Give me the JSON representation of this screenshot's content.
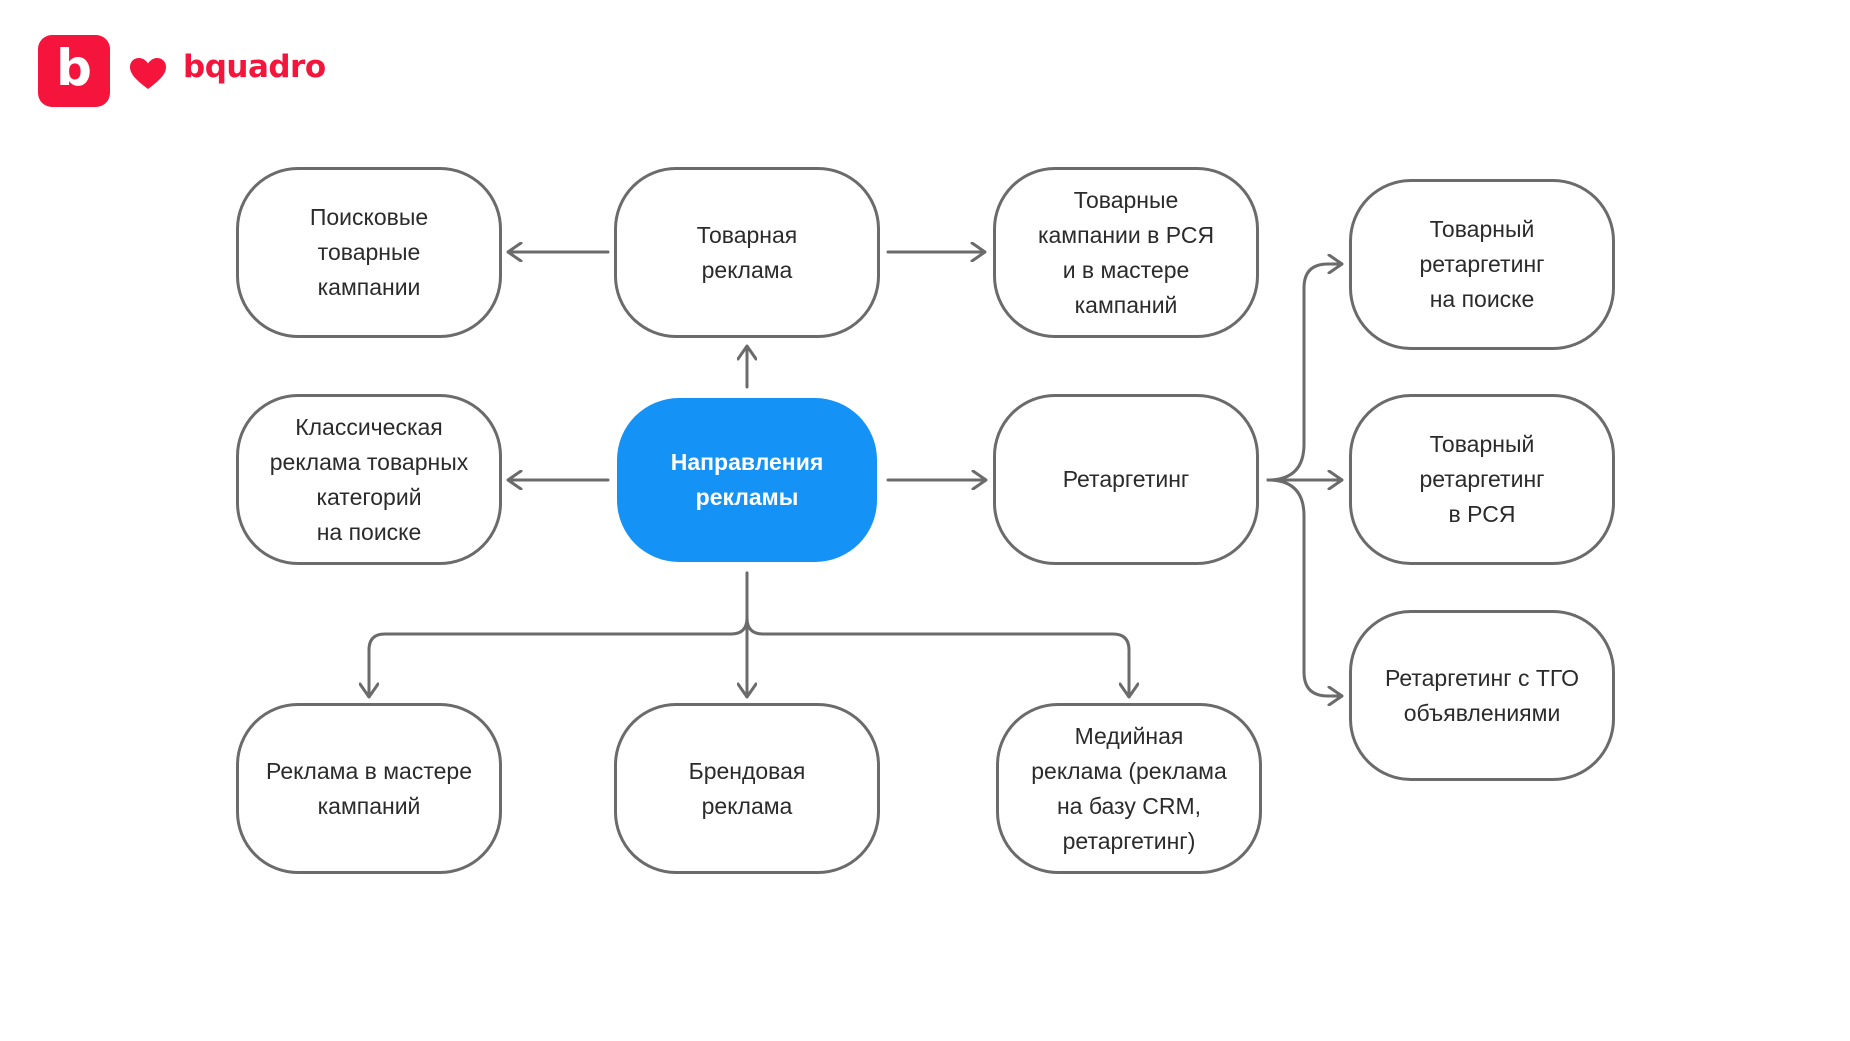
{
  "brand": {
    "logo_letter": "b",
    "name": "bquadro",
    "accent_color": "#f5153c",
    "icon": "heart-icon"
  },
  "diagram": {
    "line_color": "#6b6b6b",
    "center_color": "#1592f5",
    "nodes": {
      "center": "Направления\nрекламы",
      "product_ads": "Товарная\nреклама",
      "search_product_campaigns": "Поисковые\nтоварные\nкампании",
      "product_campaigns_rsya": "Товарные\nкампании в РСЯ\nи в мастере\nкампаний",
      "classic_category_ads": "Классическая\nреклама товарных\nкатегорий\nна поиске",
      "retargeting": "Ретаргетинг",
      "product_retargeting_search": "Товарный\nретаргетинг\nна поиске",
      "product_retargeting_rsya": "Товарный\nретаргетинг\nв РСЯ",
      "retargeting_tgo": "Ретаргетинг с ТГО\nобъявлениями",
      "campaign_master_ads": "Реклама в мастере\nкампаний",
      "brand_ads": "Брендовая\nреклама",
      "media_ads": "Медийная\nреклама (реклама\nна базу CRM,\nретаргетинг)"
    }
  }
}
